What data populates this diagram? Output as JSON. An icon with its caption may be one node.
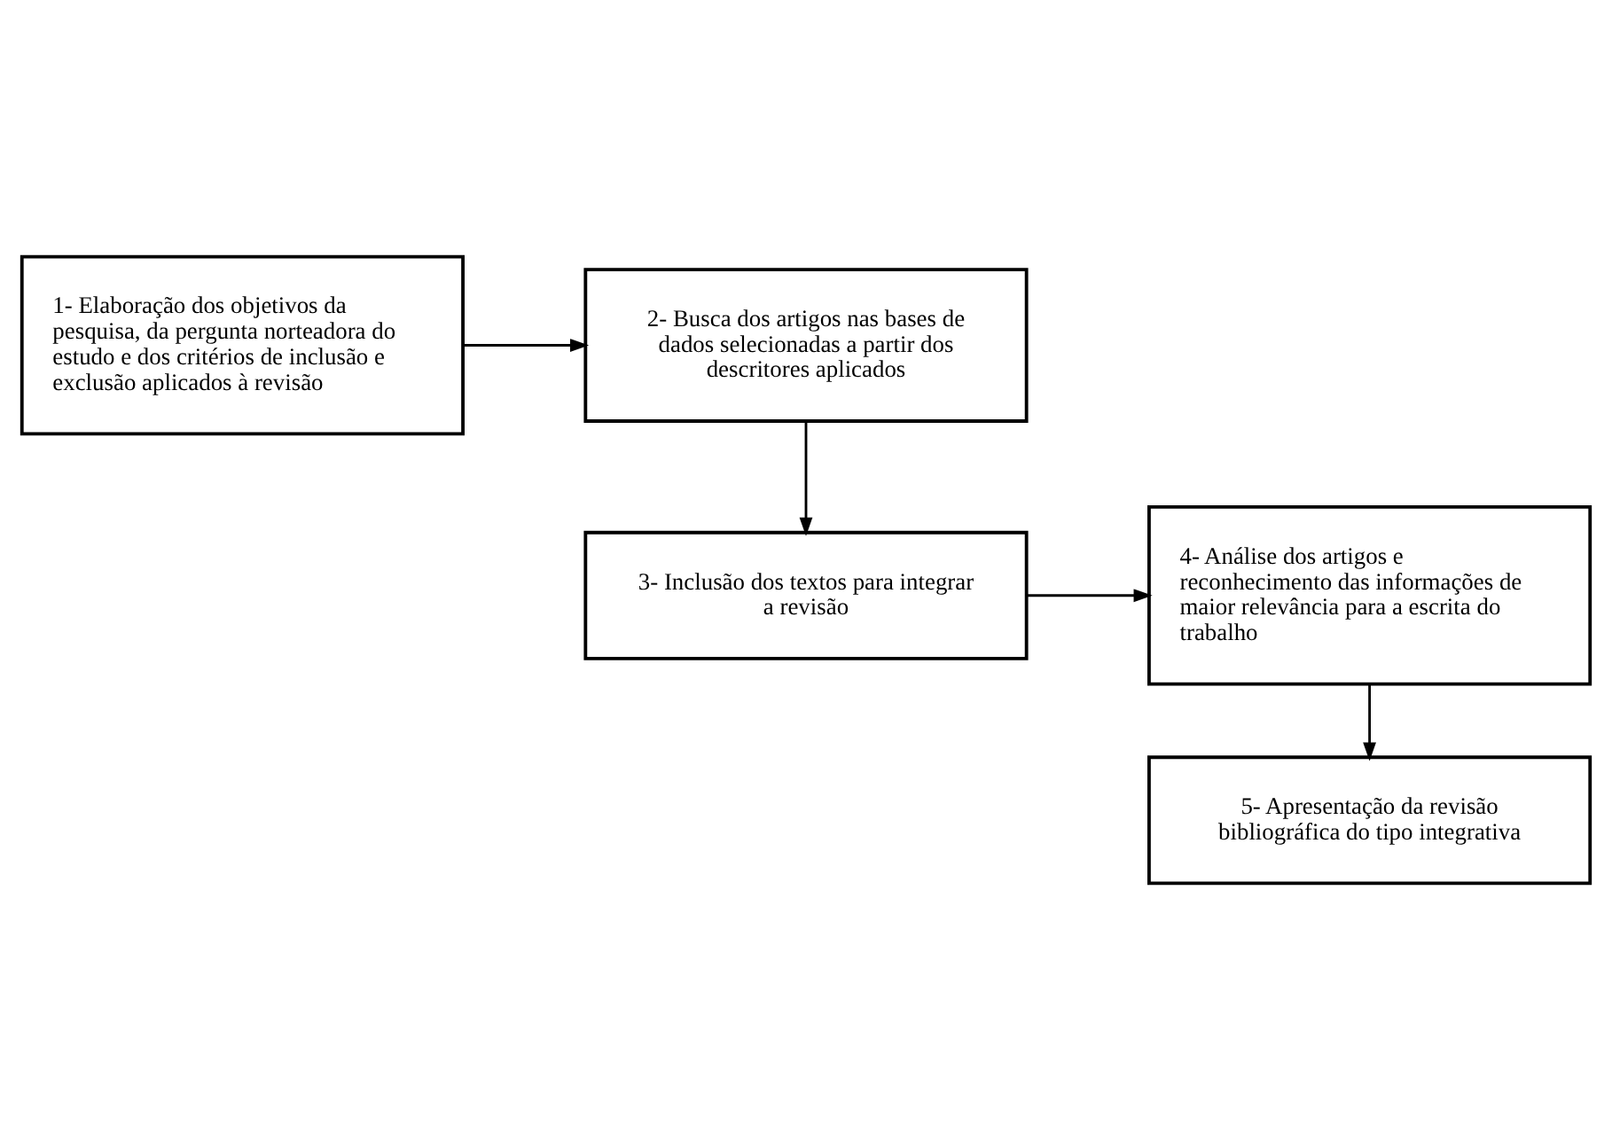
{
  "diagram": {
    "nodes": [
      {
        "text": [
          "1- Elaboração dos objetivos da pesquisa, da pergunta norteadora do estudo e dos critérios de inclusão e exclusão aplicados à revisão"
        ]
      },
      {
        "text": [
          "2- Busca dos artigos nas bases de dados selecionadas a partir dos descritores aplicados"
        ]
      },
      {
        "text": [
          "3- Inclusão dos textos para integrar a revisão"
        ]
      },
      {
        "text": [
          "4- Análise dos artigos e reconhecimento das informações de maior relevância para a escrita do trabalho"
        ]
      },
      {
        "text": [
          "5- Apresentação da revisão bibliográfica do tipo integrativa"
        ]
      }
    ],
    "edges": [
      {
        "from": 0,
        "to": 1,
        "arrow": "to"
      },
      {
        "from": 1,
        "to": 2,
        "arrow": "to"
      },
      {
        "from": 2,
        "to": 3,
        "arrow": "to"
      },
      {
        "from": 3,
        "to": 4,
        "arrow": "to"
      }
    ]
  }
}
